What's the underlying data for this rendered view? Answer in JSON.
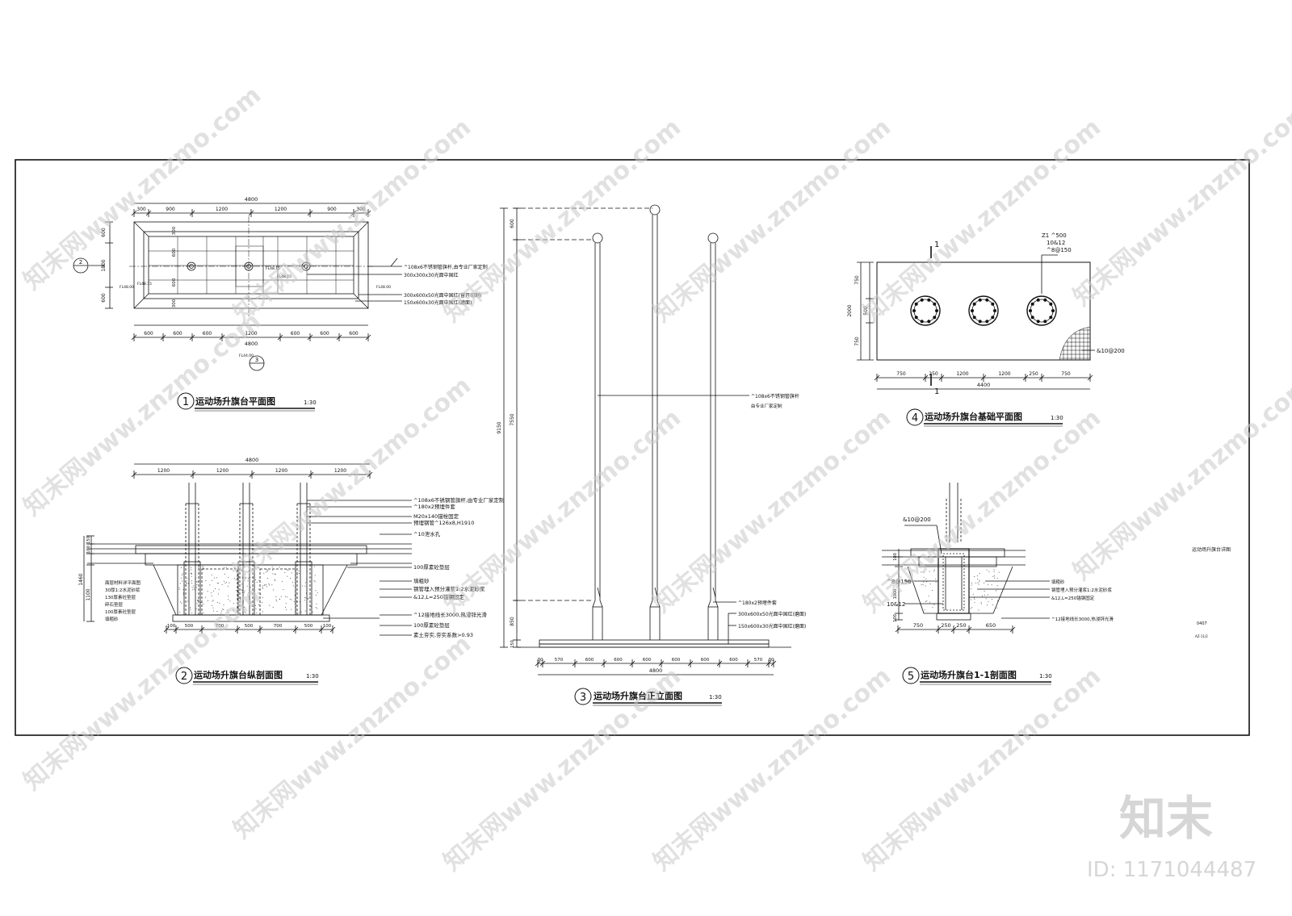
{
  "watermark": {
    "site": "www.znzmo.com",
    "brand": "知末网",
    "logo": "知末",
    "id_label": "ID: 1171044487"
  },
  "drawings": {
    "plan": {
      "number": "1",
      "title": "运动场升旗台平面图",
      "scale": "1:30",
      "dim_total": "4800",
      "dims_top": [
        "300",
        "900",
        "1200",
        "1200",
        "900",
        "300"
      ],
      "dims_bottom": [
        "600",
        "600",
        "600",
        "1200",
        "600",
        "600",
        "600"
      ],
      "dims_left": [
        "600",
        "1800",
        "600"
      ],
      "dims_inner": [
        "600",
        "300",
        "600",
        "300"
      ],
      "levels": [
        "FL48.00",
        "FL48.15",
        "FL48.15",
        "FL48.15",
        "FL48.00",
        "FL44.00"
      ],
      "section_marks": [
        "2",
        "3"
      ],
      "notes": [
        "^108x6不锈钢管旗杆,由专业厂家定制",
        "300x300x30光面中国红",
        "300x600x50光面中国红(留开切割)",
        "150x600x30光面中国红(磨面)"
      ]
    },
    "long_section": {
      "number": "2",
      "title": "运动场升旗台纵剖面图",
      "scale": "1:30",
      "dim_total": "4800",
      "dims_top": [
        "1200",
        "1200",
        "1200",
        "1200"
      ],
      "dims_bottom": [
        "100",
        "500",
        "700",
        "500",
        "700",
        "500",
        "100"
      ],
      "dims_left": [
        "150",
        "100",
        "1460",
        "1100"
      ],
      "notes_right": [
        "^108x6不锈钢管旗杆,由专业厂家定制",
        "^180x2预埋件套",
        "M20x140锚栓固定",
        "预埋钢管^126x8,H1910",
        "^10泄水孔",
        "100厚素砼垫层",
        "填粗砂",
        "钢管埋入预分灌浆1:2水泥砂浆",
        "&12,L=250锚钢固定",
        "^12接地线长3000,热浸锌光滑",
        "100厚素砼垫层",
        "素土夯实,夯实系数>0.93"
      ],
      "notes_left": [
        "面层材料详平面图",
        "30厚1:2水泥砂浆",
        "130厚素砼垫层",
        "碎石垫层",
        "100厚素砼垫层",
        "填粗砂"
      ]
    },
    "elevation": {
      "number": "3",
      "title": "运动场升旗台正立面图",
      "scale": "1:30",
      "dim_total": "4800",
      "dims_bottom": [
        "30",
        "570",
        "600",
        "600",
        "600",
        "600",
        "600",
        "600",
        "570",
        "30"
      ],
      "dims_left": [
        "600",
        "7550",
        "9150",
        "850",
        "150"
      ],
      "notes": [
        "^108x6不锈钢管旗杆",
        "由专业厂家定制",
        "^180x2预埋件套",
        "300x600x50光面中国红(磨面)",
        "150x600x30光面中国红(磨面)"
      ]
    },
    "foundation_plan": {
      "number": "4",
      "title": "运动场升旗台基础平面图",
      "scale": "1:30",
      "dim_total": "4400",
      "dims_bottom": [
        "750",
        "250",
        "1200",
        "1200",
        "250",
        "750"
      ],
      "dims_left": [
        "750",
        "500",
        "750",
        "2000"
      ],
      "callout": [
        "Z1 ^500",
        "10&12",
        "^8@150"
      ],
      "rebar_note": "&10@200",
      "cut_marks": [
        "1",
        "1"
      ]
    },
    "cross_section": {
      "number": "5",
      "title": "运动场升旗台1-1剖面图",
      "scale": "1:30",
      "dims_bottom": [
        "750",
        "250",
        "250",
        "650"
      ],
      "labels_left": [
        "&10@200",
        "^8@150",
        "10&12"
      ],
      "dims_left": [
        "100",
        "1000",
        "100"
      ],
      "notes": [
        "填粗砂",
        "钢管埋入预分灌浆1:2水泥砂浆",
        "&12,L=250锚钢固定",
        "^12接地线长3000,热浸锌光滑"
      ]
    }
  },
  "title_block": {
    "name": "运动场升旗台详图",
    "sheet": "0407",
    "code": "AZ-11/2"
  }
}
